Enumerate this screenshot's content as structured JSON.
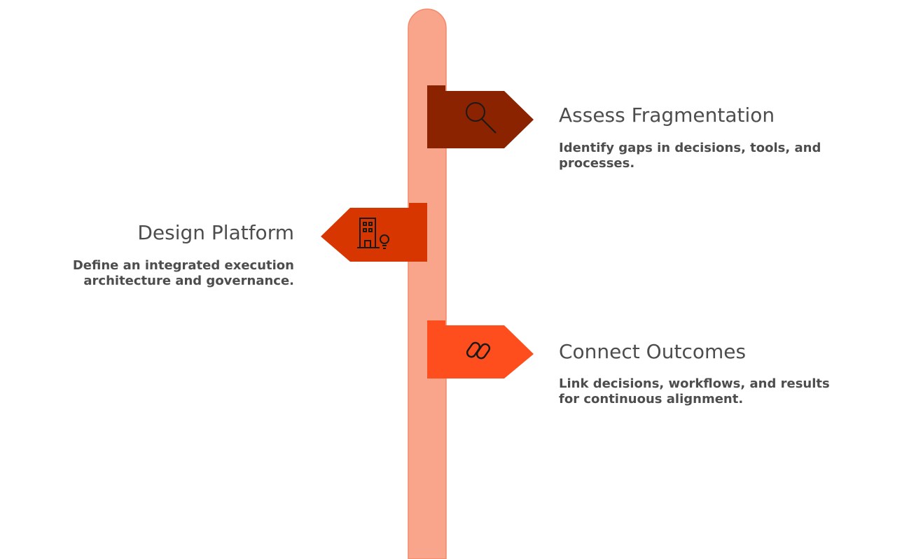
{
  "colors": {
    "pole": "#f9a58b",
    "pole_outline": "#f38a6a",
    "sign_assess": "#8b2200",
    "sign_design": "#d83600",
    "sign_connect": "#ff4e1e",
    "text": "#4d4d4d"
  },
  "steps": [
    {
      "title": "Assess Fragmentation",
      "description_lines": [
        "Identify gaps in decisions, tools, and",
        "processes."
      ],
      "icon": "magnifying-glass-icon",
      "side": "right"
    },
    {
      "title": "Design Platform",
      "description_lines": [
        "Define an integrated execution",
        "architecture and governance."
      ],
      "icon": "building-lightbulb-icon",
      "side": "left"
    },
    {
      "title": "Connect Outcomes",
      "description_lines": [
        "Link decisions, workflows, and results",
        "for continuous alignment."
      ],
      "icon": "chain-link-icon",
      "side": "right"
    }
  ]
}
